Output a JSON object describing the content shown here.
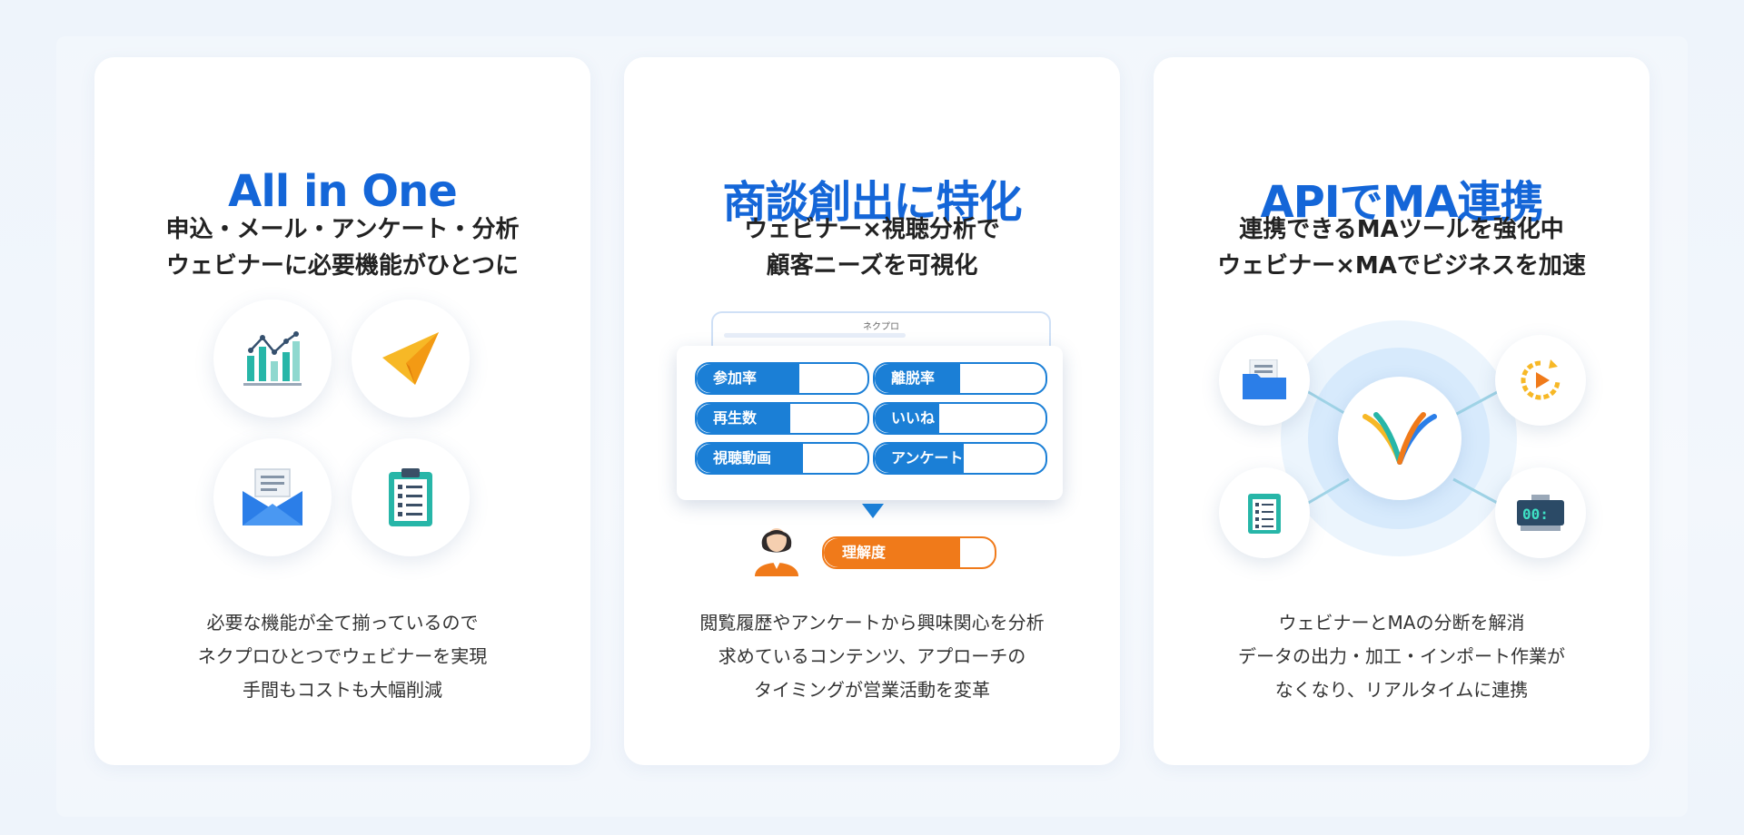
{
  "cards": [
    {
      "title": "All in One",
      "subtitle": [
        "申込・メール・アンケート・分析",
        "ウェビナーに必要機能がひとつに"
      ],
      "description": [
        "必要な機能が全て揃っているので",
        "ネクプロひとつでウェビナーを実現",
        "手間もコストも大幅削減"
      ],
      "icons": [
        "chart-icon",
        "paper-plane-icon",
        "mail-icon",
        "checklist-icon"
      ]
    },
    {
      "title": "商談創出に特化",
      "subtitle": [
        "ウェビナー×視聴分析で",
        "顧客ニーズを可視化"
      ],
      "description": [
        "閲覧履歴やアンケートから興味関心を分析",
        "求めているコンテンツ、アプローチの",
        "タイミングが営業活動を変革"
      ],
      "browser_logo": "ネクプロ",
      "metrics": [
        {
          "label": "参加率",
          "level": 0.6
        },
        {
          "label": "離脱率",
          "level": 0.5
        },
        {
          "label": "再生数",
          "level": 0.55
        },
        {
          "label": "いいね",
          "level": 0.38
        },
        {
          "label": "視聴動画",
          "level": 0.62
        },
        {
          "label": "アンケート",
          "level": 0.52
        }
      ],
      "result": {
        "label": "理解度",
        "level": 0.8
      }
    },
    {
      "title": "APIでMA連携",
      "subtitle": [
        "連携できるMAツールを強化中",
        "ウェビナー×MAでビジネスを加速"
      ],
      "description": [
        "ウェビナーとMAの分断を解消",
        "データの出力・加工・インポート作業が",
        "なくなり、リアルタイムに連携"
      ],
      "node_icons": [
        "folder-icon",
        "replay-icon",
        "checklist-icon",
        "timer-icon"
      ],
      "timer_text": "00:"
    }
  ],
  "colors": {
    "title_blue": "#1466d8",
    "metric_blue": "#1b7fd6",
    "orange": "#f07a1a",
    "teal": "#27b6a8"
  }
}
